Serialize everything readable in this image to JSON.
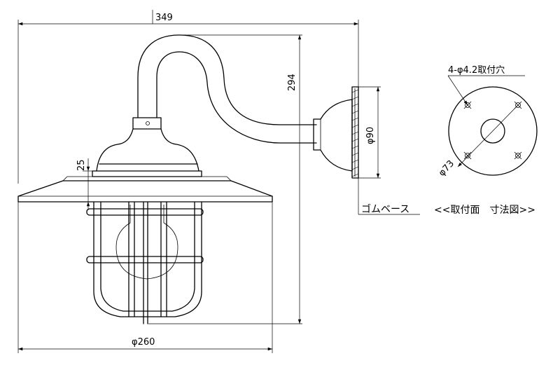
{
  "dimensions": {
    "width_total": "349",
    "height_total": "294",
    "top_offset": "25",
    "shade_diameter": "φ260",
    "base_diameter": "φ90",
    "hole_pitch": "φ73"
  },
  "labels": {
    "mount_holes": "4-φ4.2取付穴",
    "rubber_base": "ゴムベース",
    "mount_view_title": "<<取付面　寸法図>>"
  }
}
